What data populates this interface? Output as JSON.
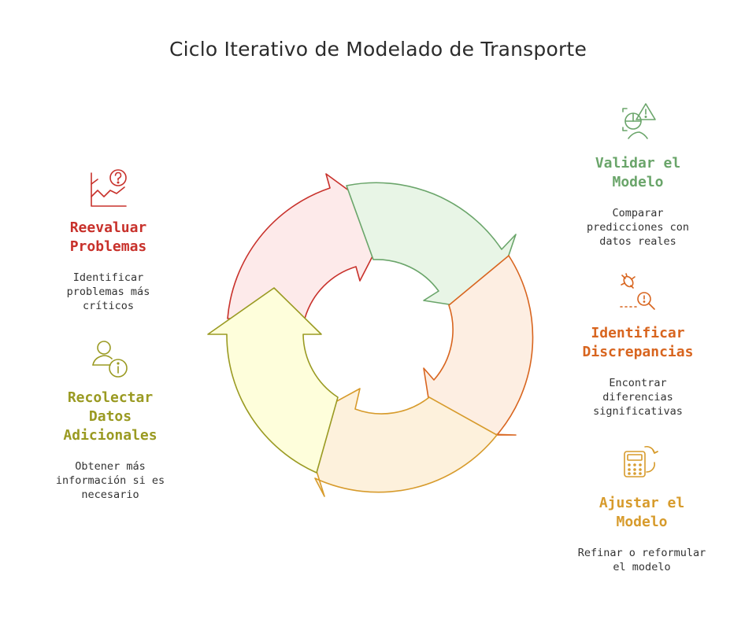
{
  "title": "Ciclo Iterativo de Modelado de Transporte",
  "colors": {
    "red": "#c8312b",
    "green": "#6aa56a",
    "orange": "#d8651f",
    "gold": "#d79b2c",
    "olive": "#9a9a22"
  },
  "steps": [
    {
      "id": "validar",
      "heading": "Validar el\nModelo",
      "desc": "Comparar\npredicciones con\ndatos reales",
      "icon": "chart-warning-icon"
    },
    {
      "id": "identificar",
      "heading": "Identificar\nDiscrepancias",
      "desc": "Encontrar\ndiferencias\nsignificativas",
      "icon": "bug-search-icon"
    },
    {
      "id": "ajustar",
      "heading": "Ajustar el\nModelo",
      "desc": "Refinar o reformular\nel modelo",
      "icon": "calculator-refresh-icon"
    },
    {
      "id": "recolectar",
      "heading": "Recolectar\nDatos\nAdicionales",
      "desc": "Obtener más\ninformación si es\nnecesario",
      "icon": "user-info-icon"
    },
    {
      "id": "reevaluar",
      "heading": "Reevaluar\nProblemas",
      "desc": "Identificar\nproblemas más\ncríticos",
      "icon": "chart-question-icon"
    }
  ]
}
